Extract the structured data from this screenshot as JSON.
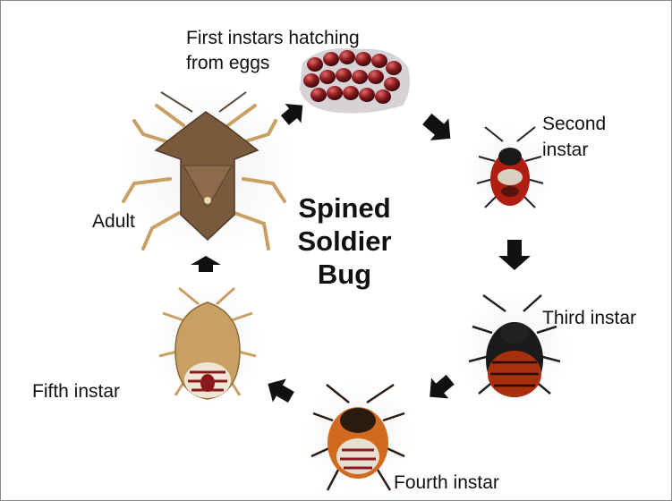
{
  "title_lines": [
    "Spined",
    "Soldier",
    "Bug"
  ],
  "stages": {
    "first_line1": "First instars hatching",
    "first_line2": "from eggs",
    "second_line1": "Second",
    "second_line2": "instar",
    "third": "Third instar",
    "fourth": "Fourth instar",
    "fifth": "Fifth instar",
    "adult": "Adult"
  },
  "colors": {
    "arrow": "#111111",
    "egg": "#8b1a1e",
    "adult_body": "#7a5a3c",
    "second_body": "#b01e12",
    "third_body": "#a8300f",
    "fourth_body": "#d06a1e",
    "fifth_body": "#c9a064"
  },
  "icons": [
    "egg-cluster-image",
    "nymph-image",
    "adult-bug-image",
    "arrow-icon"
  ]
}
